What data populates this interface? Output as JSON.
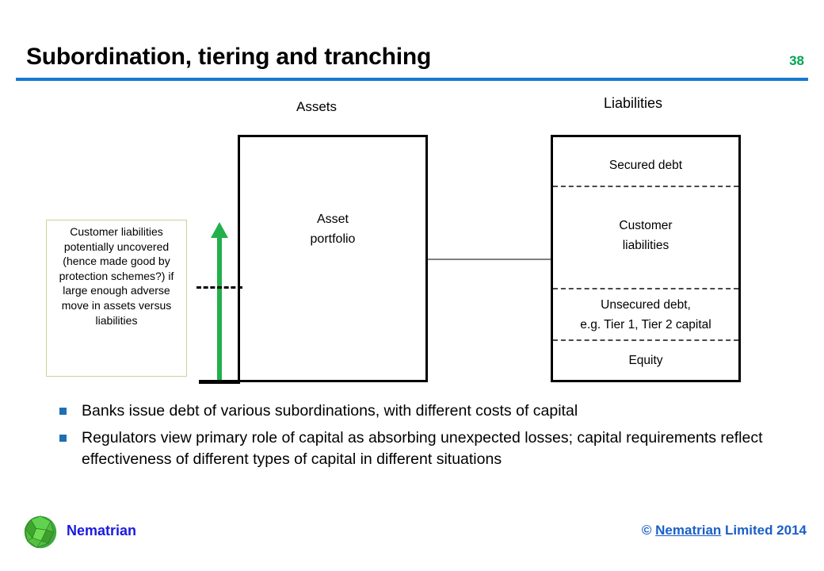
{
  "slide": {
    "title": "Subordination, tiering and tranching",
    "page_number": "38",
    "accent_rule_color": "#1878D0",
    "page_number_color": "#00A550"
  },
  "diagram": {
    "assets_heading": "Assets",
    "liabilities_heading": "Liabilities",
    "asset_box": {
      "line1": "Asset",
      "line2": "portfolio"
    },
    "liability_tranches": [
      {
        "label": "Secured debt"
      },
      {
        "label_line1": "Customer",
        "label_line2": "liabilities"
      },
      {
        "label_line1": "Unsecured debt,",
        "label_line2": "e.g. Tier 1, Tier 2 capital"
      },
      {
        "label": "Equity"
      }
    ],
    "callout": {
      "text": "Customer liabilities potentially uncovered (hence made good by protection schemes?) if large enough adverse move in assets versus liabilities",
      "border_color": "#C3D69B"
    },
    "arrow": {
      "color": "#22B04B",
      "direction": "up"
    }
  },
  "bullets": [
    "Banks issue debt of various subordinations, with different costs of capital",
    "Regulators view primary role of capital as absorbing unexpected losses; capital requirements reflect effectiveness of different types of capital in different situations"
  ],
  "footer": {
    "brand": "Nematrian",
    "copyright_symbol": "© ",
    "copyright_link": "Nematrian",
    "copyright_rest": " Limited 2014",
    "brand_color": "#1A1AE0",
    "copyright_color": "#1A5FC8"
  }
}
